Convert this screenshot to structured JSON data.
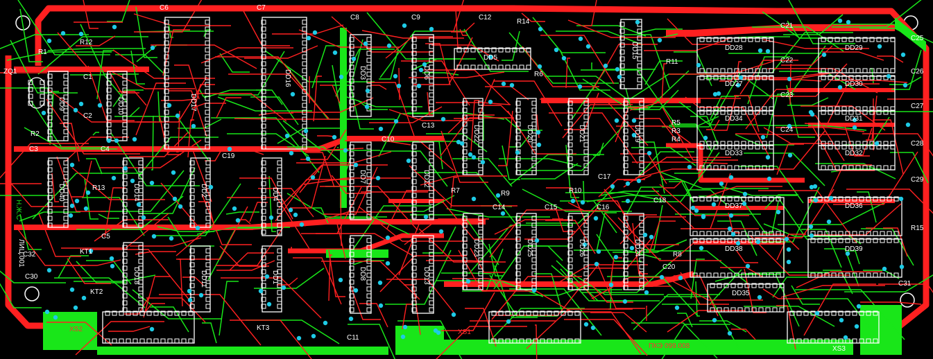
{
  "colors": {
    "background": "#000000",
    "top_copper": "#ff2020",
    "bottom_copper": "#19e619",
    "silkscreen": "#ffffff",
    "via": "#1ecbe6"
  },
  "board_code": "ПКЭ 099.008",
  "connectors": [
    "XS1",
    "XS2",
    "XS3"
  ],
  "side_text": [
    "Н.Ж.С",
    "ЛИЦ.001"
  ],
  "labels": {
    "ZQ1": "ZQ1",
    "R1": "R1",
    "R12": "R12",
    "R2": "R2",
    "C1": "C1",
    "C2": "C2",
    "C3": "C3",
    "C4": "C4",
    "C5": "C5",
    "C6": "C6",
    "C7": "C7",
    "C8": "C8",
    "C9": "C9",
    "C10": "C10",
    "C11": "C11",
    "C12": "C12",
    "C13": "C13",
    "C14": "C14",
    "C15": "C15",
    "C16": "C16",
    "C17": "C17",
    "C18": "C18",
    "C19": "C19",
    "C20": "C20",
    "C21": "C21",
    "C22": "C22",
    "C23": "C23",
    "C24": "C24",
    "C25": "C25",
    "C26": "C26",
    "C27": "C27",
    "C28": "C28",
    "C29": "C29",
    "C30": "C30",
    "C31": "C31",
    "C32": "C32",
    "R3": "R3",
    "R4": "R4",
    "R5": "R5",
    "R6": "R6",
    "R7": "R7",
    "R8": "R8",
    "R9": "R9",
    "R10": "R10",
    "R11": "R11",
    "R13": "R13",
    "R14": "R14",
    "R15": "R15",
    "KT1": "KT1",
    "KT2": "KT2",
    "KT3": "KT3",
    "DD1": "DD1",
    "DD2": "DD2",
    "DD3": "DD3",
    "DD4": "DD4",
    "DD5": "DD5",
    "DD6": "DD6",
    "DD7": "DD7",
    "DD8": "DD8",
    "DD9": "DD9",
    "DD10": "DD10",
    "DD11": "DD11",
    "DD12": "DD12",
    "DD13": "DD13",
    "DD14": "DD14",
    "DD15": "DD15",
    "DD16": "DD16",
    "DD17": "DD17",
    "DD18": "DD18",
    "DD19": "DD19",
    "DD20": "DD20",
    "DD21": "DD21",
    "DD22": "DD22",
    "DD23": "DD23",
    "DD24": "DD24",
    "DD25": "DD25",
    "DD26": "DD26",
    "DD27": "DD27",
    "DD28": "DD28",
    "DD29": "DD29",
    "DD30": "DD30",
    "DD31": "DD31",
    "DD32": "DD32",
    "DD33": "DD33",
    "DD34": "DD34",
    "DD35": "DD35",
    "DD36": "DD36",
    "DD37": "DD37",
    "DD38": "DD38",
    "DD39": "DD39",
    "DD40": "DD40"
  }
}
